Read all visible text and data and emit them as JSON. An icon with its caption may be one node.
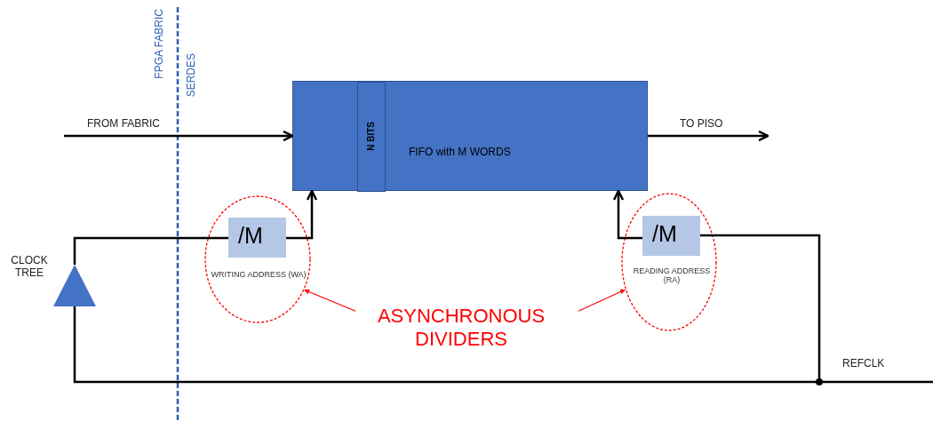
{
  "diagram": {
    "nodes": [
      {
        "text": [
          "FIFO with M WORDS"
        ]
      },
      {
        "text": [
          "N BITS"
        ],
        "in": 0
      },
      {
        "text": [],
        "shape": "triangle",
        "beside": [
          "CLOCK TREE"
        ]
      },
      {
        "text": [],
        "shape": "ellipse"
      },
      {
        "text": [
          "/M"
        ],
        "in": 3,
        "beside": [
          "WRITING ADDRESS (WA)"
        ]
      },
      {
        "text": [
          "ASYNCHRONOUS DIVIDERS"
        ]
      },
      {
        "text": [],
        "shape": "ellipse"
      },
      {
        "text": [
          "/M"
        ],
        "in": 6,
        "beside": [
          "READING ADDRESS (RA)"
        ]
      },
      {
        "text": [],
        "shape": "circle"
      }
    ],
    "edges": [
      {
        "from": null,
        "to": 0,
        "arrow": "to",
        "label": "FROM FABRIC"
      },
      {
        "from": 0,
        "to": null,
        "arrow": "to",
        "label": "TO PISO"
      },
      {
        "from": 4,
        "to": 0,
        "arrow": "to"
      },
      {
        "from": 7,
        "to": 0,
        "arrow": "to"
      },
      {
        "from": 2,
        "to": 4,
        "arrow": "none"
      },
      {
        "from": 8,
        "to": 2,
        "arrow": "none"
      },
      {
        "from": 8,
        "to": 7,
        "arrow": "none"
      },
      {
        "from": null,
        "to": 8,
        "arrow": "none",
        "label": "REFCLK"
      },
      {
        "from": 5,
        "to": 3,
        "arrow": "to",
        "color": "#ff0000"
      },
      {
        "from": 5,
        "to": 6,
        "arrow": "to",
        "color": "#ff0000"
      }
    ],
    "labels": [
      "FPGA FABRIC",
      "SERDES"
    ]
  }
}
